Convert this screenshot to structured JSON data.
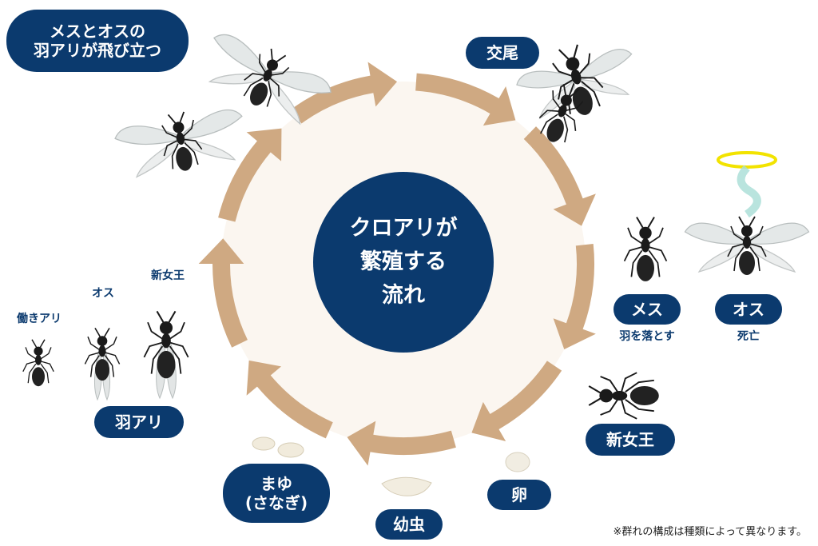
{
  "center_title": [
    "クロアリが",
    "繁殖する",
    "流れ"
  ],
  "stages": {
    "flight": [
      "メスとオスの",
      "羽アリが飛び立つ"
    ],
    "mating": "交尾",
    "female": "メス",
    "female_note": "羽を落とす",
    "male": "オス",
    "male_note": "死亡",
    "new_queen": "新女王",
    "egg": "卵",
    "larva": "幼虫",
    "pupa": [
      "まゆ",
      "(さなぎ)"
    ],
    "winged": "羽アリ"
  },
  "caste_labels": {
    "worker": "働きアリ",
    "male": "オス",
    "new_queen": "新女王"
  },
  "footnote": "※群れの構成は種類によって異なります。",
  "colors": {
    "navy": "#0b3a6e",
    "arrow": "#cfa982",
    "circle_fill": "#fbf6f0",
    "halo": "#f2e300"
  }
}
